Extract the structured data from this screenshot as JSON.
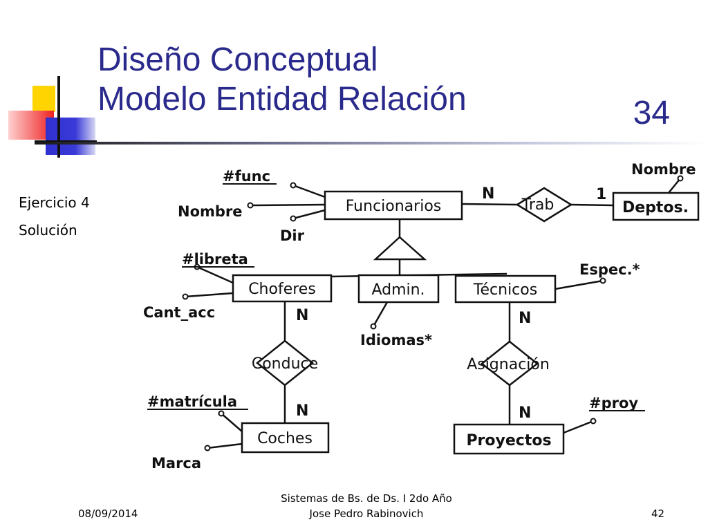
{
  "slide": {
    "title_line1": "Diseño Conceptual",
    "title_line2": "Modelo Entidad Relación",
    "title_number": "34"
  },
  "sidebar": {
    "line1": "Ejercicio 4",
    "line2": "Solución"
  },
  "er_diagram": {
    "entities": {
      "funcionarios": "Funcionarios",
      "deptos": "Deptos.",
      "choferes": "Choferes",
      "admin": "Admin.",
      "tecnicos": "Técnicos",
      "coches": "Coches",
      "proyectos": "Proyectos"
    },
    "relationships": {
      "trab": "Trab",
      "conduce": "Conduce",
      "asignacion": "Asignación"
    },
    "attributes": {
      "func_id": "#func",
      "func_nombre": "Nombre",
      "func_dir": "Dir",
      "deptos_nombre": "Nombre",
      "libreta": "#libreta",
      "cant_acc": "Cant_acc",
      "idiomas": "Idiomas*",
      "espec": "Espec.*",
      "matricula": "#matrícula",
      "marca": "Marca",
      "proy": "#proy"
    },
    "cardinalities": {
      "trab_funcionarios": "N",
      "trab_deptos": "1",
      "conduce_choferes": "N",
      "conduce_coches": "N",
      "asignacion_tecnicos": "N",
      "asignacion_proyectos": "N"
    }
  },
  "footer": {
    "date": "08/09/2014",
    "course": "Sistemas de Bs. de Ds. I 2do Año",
    "author": "Jose Pedro Rabinovich",
    "page": "42"
  }
}
